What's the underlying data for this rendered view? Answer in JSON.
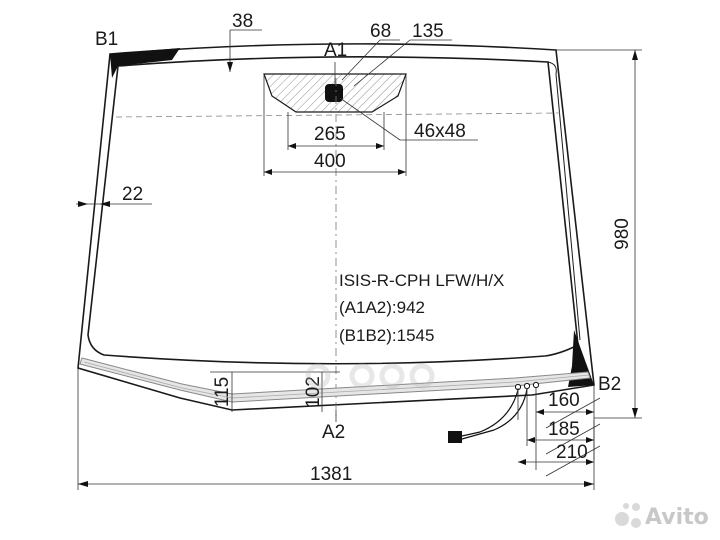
{
  "diagram": {
    "points": {
      "b1": "B1",
      "a1": "A1",
      "a2": "A2",
      "b2": "B2"
    },
    "dims": {
      "d38": "38",
      "d68": "68",
      "d135": "135",
      "d265": "265",
      "d400": "400",
      "d46x48": "46x48",
      "d22": "22",
      "d980": "980",
      "d115": "115",
      "d102": "102",
      "d160": "160",
      "d185": "185",
      "d210": "210",
      "d1381": "1381"
    },
    "spec": {
      "model": "ISIS-R-CPH LFW/H/X",
      "a1a2": "(A1A2):942",
      "b1b2": "(B1B2):1545"
    },
    "watermark": {
      "avito": "Avito"
    }
  }
}
